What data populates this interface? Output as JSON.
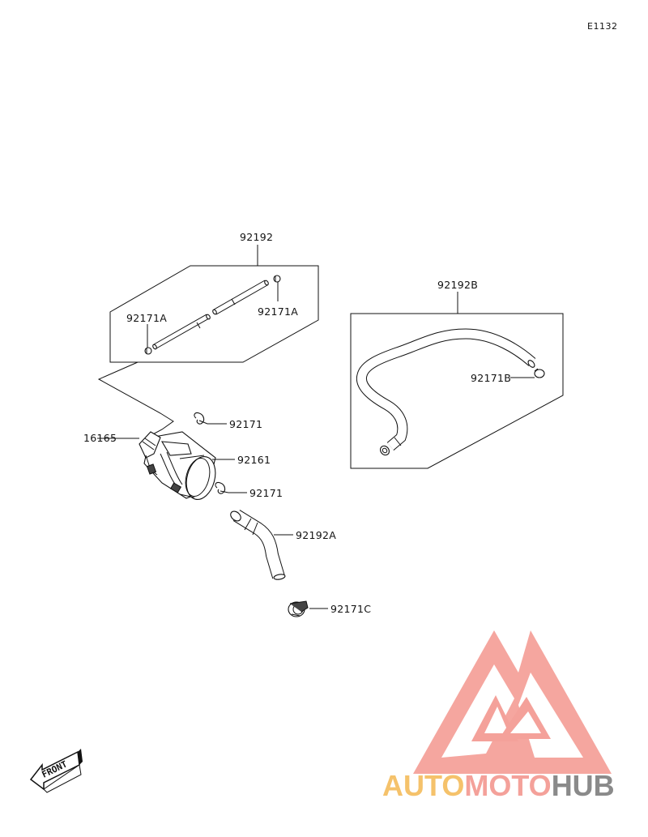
{
  "diagram_code": "E1132",
  "labels": {
    "p92192": "92192",
    "p92171a_left": "92171A",
    "p92171a_right": "92171A",
    "p92192b": "92192B",
    "p92171b": "92171B",
    "p92171_top": "92171",
    "p16165": "16165",
    "p92161": "92161",
    "p92171_bottom": "92171",
    "p92192a": "92192A",
    "p92171c": "92171C"
  },
  "front_marker": "FRONT",
  "watermark": {
    "part1": "AUTO",
    "part2": "MOTO",
    "part3": "HUB",
    "colors": {
      "auto": "#f5c26b",
      "moto": "#f4a19a",
      "hub": "#8a8a8a",
      "logo": "#f4a19a"
    }
  }
}
